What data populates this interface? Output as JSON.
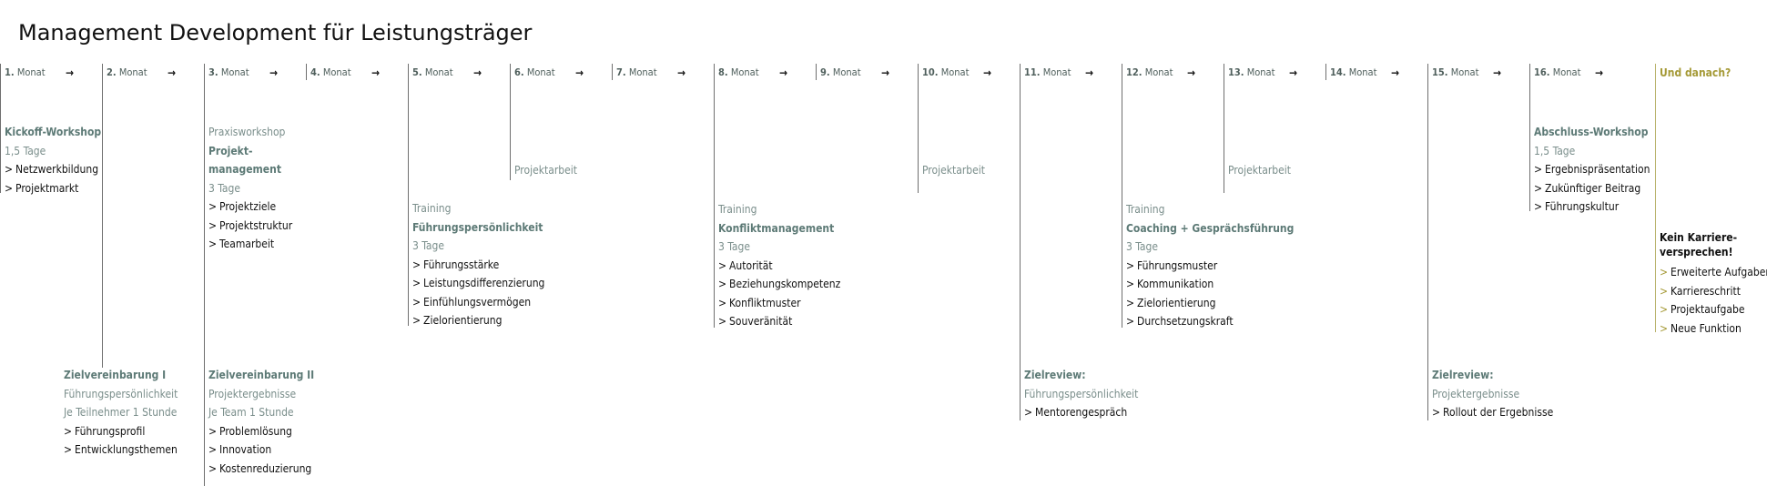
{
  "title": "Management Development für Leistungsträger",
  "months": [
    {
      "num": "1.",
      "label": "Monat"
    },
    {
      "num": "2.",
      "label": "Monat"
    },
    {
      "num": "3.",
      "label": "Monat"
    },
    {
      "num": "4.",
      "label": "Monat"
    },
    {
      "num": "5.",
      "label": "Monat"
    },
    {
      "num": "6.",
      "label": "Monat"
    },
    {
      "num": "7.",
      "label": "Monat"
    },
    {
      "num": "8.",
      "label": "Monat"
    },
    {
      "num": "9.",
      "label": "Monat"
    },
    {
      "num": "10.",
      "label": "Monat"
    },
    {
      "num": "11.",
      "label": "Monat"
    },
    {
      "num": "12.",
      "label": "Monat"
    },
    {
      "num": "13.",
      "label": "Monat"
    },
    {
      "num": "14.",
      "label": "Monat"
    },
    {
      "num": "15.",
      "label": "Monat"
    },
    {
      "num": "16.",
      "label": "Monat"
    }
  ],
  "arrow_glyph": "→",
  "item_marker": ">",
  "final": {
    "label": "Und danach?",
    "heading_1": "Kein Karriere-",
    "heading_2": "versprechen!",
    "items": [
      "Erweiterte Aufgaben",
      "Karriereschritt",
      "Projektaufgabe",
      "Neue Funktion"
    ]
  },
  "kickoff": {
    "title": "Kickoff-Workshop",
    "duration": "1,5 Tage",
    "items": [
      "Netzwerkbildung",
      "Projektmarkt"
    ]
  },
  "praxis": {
    "type": "Praxisworkshop",
    "title_1": "Projekt-",
    "title_2": "management",
    "duration": "3 Tage",
    "items": [
      "Projektziele",
      "Projektstruktur",
      "Teamarbeit"
    ]
  },
  "projektarbeit": {
    "label": "Projektarbeit"
  },
  "training1": {
    "type": "Training",
    "title": "Führungspersönlichkeit",
    "duration": "3 Tage",
    "items": [
      "Führungsstärke",
      "Leistungsdifferenzierung",
      "Einfühlungsvermögen",
      "Zielorientierung"
    ]
  },
  "training2": {
    "type": "Training",
    "title": "Konfliktmanagement",
    "duration": "3 Tage",
    "items": [
      "Autorität",
      "Beziehungskompetenz",
      "Konfliktmuster",
      "Souveränität"
    ]
  },
  "training3": {
    "type": "Training",
    "title": "Coaching + Gesprächsführung",
    "duration": "3 Tage",
    "items": [
      "Führungsmuster",
      "Kommunikation",
      "Zielorientierung",
      "Durchsetzungskraft"
    ]
  },
  "abschluss": {
    "title": "Abschluss-Workshop",
    "duration": "1,5 Tage",
    "items": [
      "Ergebnispräsentation",
      "Zukünftiger Beitrag",
      "Führungskultur"
    ]
  },
  "ziel1": {
    "title": "Zielvereinbarung I",
    "subtitle": "Führungspersönlichkeit",
    "scope": "Je Teilnehmer 1 Stunde",
    "items": [
      "Führungsprofil",
      "Entwicklungsthemen"
    ]
  },
  "ziel2": {
    "title": "Zielvereinbarung II",
    "subtitle": "Projektergebnisse",
    "scope": "Je Team 1 Stunde",
    "items": [
      "Problemlösung",
      "Innovation",
      "Kostenreduzierung"
    ]
  },
  "review1": {
    "title": "Zielreview:",
    "subtitle": "Führungspersönlichkeit",
    "items": [
      "Mentorengespräch"
    ]
  },
  "review2": {
    "title": "Zielreview:",
    "subtitle": "Projektergebnisse",
    "items": [
      "Rollout der Ergebnisse"
    ]
  }
}
